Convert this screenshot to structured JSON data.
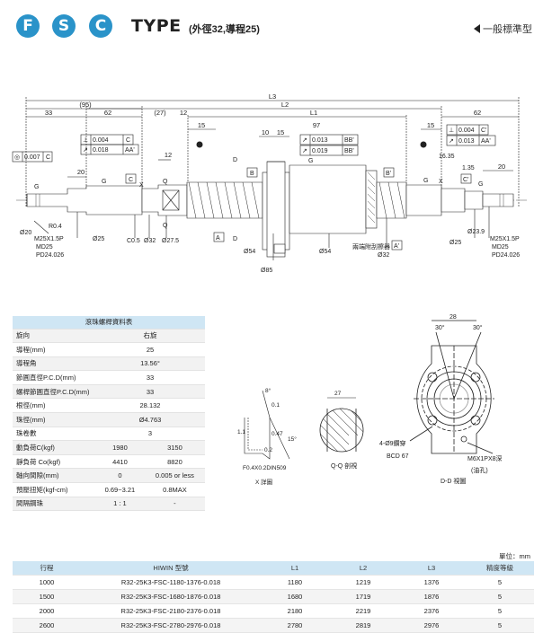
{
  "header": {
    "badges": [
      "F",
      "S",
      "C"
    ],
    "type_word": "TYPE",
    "type_sub": "(外徑32,導程25)",
    "type_tag": "一般標準型"
  },
  "drawing": {
    "dims_top": {
      "L3": "L3",
      "L2": "L2",
      "L1": "L1",
      "d95": "(95)",
      "d33": "33",
      "d62a": "62",
      "d27": "(27)",
      "d12a": "12",
      "d15a": "15",
      "d97": "97",
      "d15b": "15",
      "d62b": "62",
      "d10": "10",
      "d15c": "15",
      "d20a": "20",
      "d12b": "12",
      "d20b": "20"
    },
    "tolerances": {
      "t0007": "0.007",
      "t0007_ref": "C",
      "t0004a": "0.004",
      "t0004a_ref": "C",
      "t0018a": "0.018",
      "t0018a_ref": "AA'",
      "t0013a": "0.013",
      "t0013a_ref": "BB'",
      "t0019": "0.019",
      "t0019_ref": "BB'",
      "t0004b": "0.004",
      "t0004b_ref": "C'",
      "t0013b": "0.013",
      "t0013b_ref": "AA'"
    },
    "labels": {
      "G1": "G",
      "G2": "G",
      "G3": "G",
      "G4": "G",
      "G5": "G",
      "C1": "C",
      "C2": "C'",
      "X1": "X",
      "X2": "X",
      "Q1": "Q",
      "Q2": "Q",
      "D1": "D",
      "D2": "D",
      "A1": "A",
      "A2": "A'",
      "B1": "B",
      "B2": "B'",
      "R04": "R0.4",
      "M25L": "M25X1.5P",
      "MD25L": "MD25",
      "PD24L": "PD24.026",
      "phi20": "Ø20",
      "phi25a": "Ø25",
      "C05": "C0.5",
      "phi32a": "Ø32",
      "phi275": "Ø27.5",
      "phi54a": "Ø54",
      "phi85": "Ø85",
      "phi54b": "Ø54",
      "phi32b": "Ø32",
      "wiper": "兩端附刮擦器",
      "phi239": "Ø23.9",
      "phi25b": "Ø25",
      "M25R": "M25X1.5P",
      "MD25R": "MD25",
      "PD24R": "PD24.026",
      "d1635": "16.35",
      "d135": "1.35"
    },
    "detail_x": {
      "angle": "8°",
      "d01": "0.1",
      "d1": "1.1",
      "d2": "0.2",
      "d047": "0.47",
      "ang15": "15°",
      "spec": "F0.4X0.2DIN509",
      "caption": "X 詳圖"
    },
    "detail_q": {
      "d27": "27",
      "caption": "Q-Q 剖視"
    },
    "detail_d": {
      "d28": "28",
      "ang1": "30°",
      "ang2": "30°",
      "holes": "4-Ø9鑽穿",
      "bcd": "BCD 67",
      "tap": "M6X1PX8深",
      "oil": "(油孔)",
      "caption": "D-D 視圖"
    }
  },
  "spec_table": {
    "title": "滾珠螺桿資料表",
    "rows": [
      {
        "label": "旋向",
        "v1": "右旋",
        "v2": ""
      },
      {
        "label": "導程(mm)",
        "v1": "25",
        "v2": ""
      },
      {
        "label": "導程角",
        "v1": "13.56°",
        "v2": ""
      },
      {
        "label": "節圓直徑P.C.D(mm)",
        "v1": "33",
        "v2": ""
      },
      {
        "label": "螺桿節圓直徑P.C.D(mm)",
        "v1": "33",
        "v2": ""
      },
      {
        "label": "根徑(mm)",
        "v1": "28.132",
        "v2": ""
      },
      {
        "label": "珠徑(mm)",
        "v1": "Ø4.763",
        "v2": ""
      },
      {
        "label": "珠卷數",
        "v1": "3",
        "v2": ""
      },
      {
        "label": "動負荷C(kgf)",
        "v1": "1980",
        "v2": "3150"
      },
      {
        "label": "靜負荷 Co(kgf)",
        "v1": "4410",
        "v2": "8820"
      },
      {
        "label": "軸向間隙(mm)",
        "v1": "0",
        "v2": "0.005 or less"
      },
      {
        "label": "預壓扭矩(kgf-cm)",
        "v1": "0.69~3.21",
        "v2": "0.8MAX"
      },
      {
        "label": "間隔鋼珠",
        "v1": "1 : 1",
        "v2": "-"
      }
    ]
  },
  "unit_label": "單位：mm",
  "model_table": {
    "headers": [
      "行程",
      "HIWIN 型號",
      "L1",
      "L2",
      "L3",
      "精度等級"
    ],
    "rows": [
      [
        "1000",
        "R32-25K3-FSC-1180-1376-0.018",
        "1180",
        "1219",
        "1376",
        "5"
      ],
      [
        "1500",
        "R32-25K3-FSC-1680-1876-0.018",
        "1680",
        "1719",
        "1876",
        "5"
      ],
      [
        "2000",
        "R32-25K3-FSC-2180-2376-0.018",
        "2180",
        "2219",
        "2376",
        "5"
      ],
      [
        "2600",
        "R32-25K3-FSC-2780-2976-0.018",
        "2780",
        "2819",
        "2976",
        "5"
      ]
    ]
  }
}
